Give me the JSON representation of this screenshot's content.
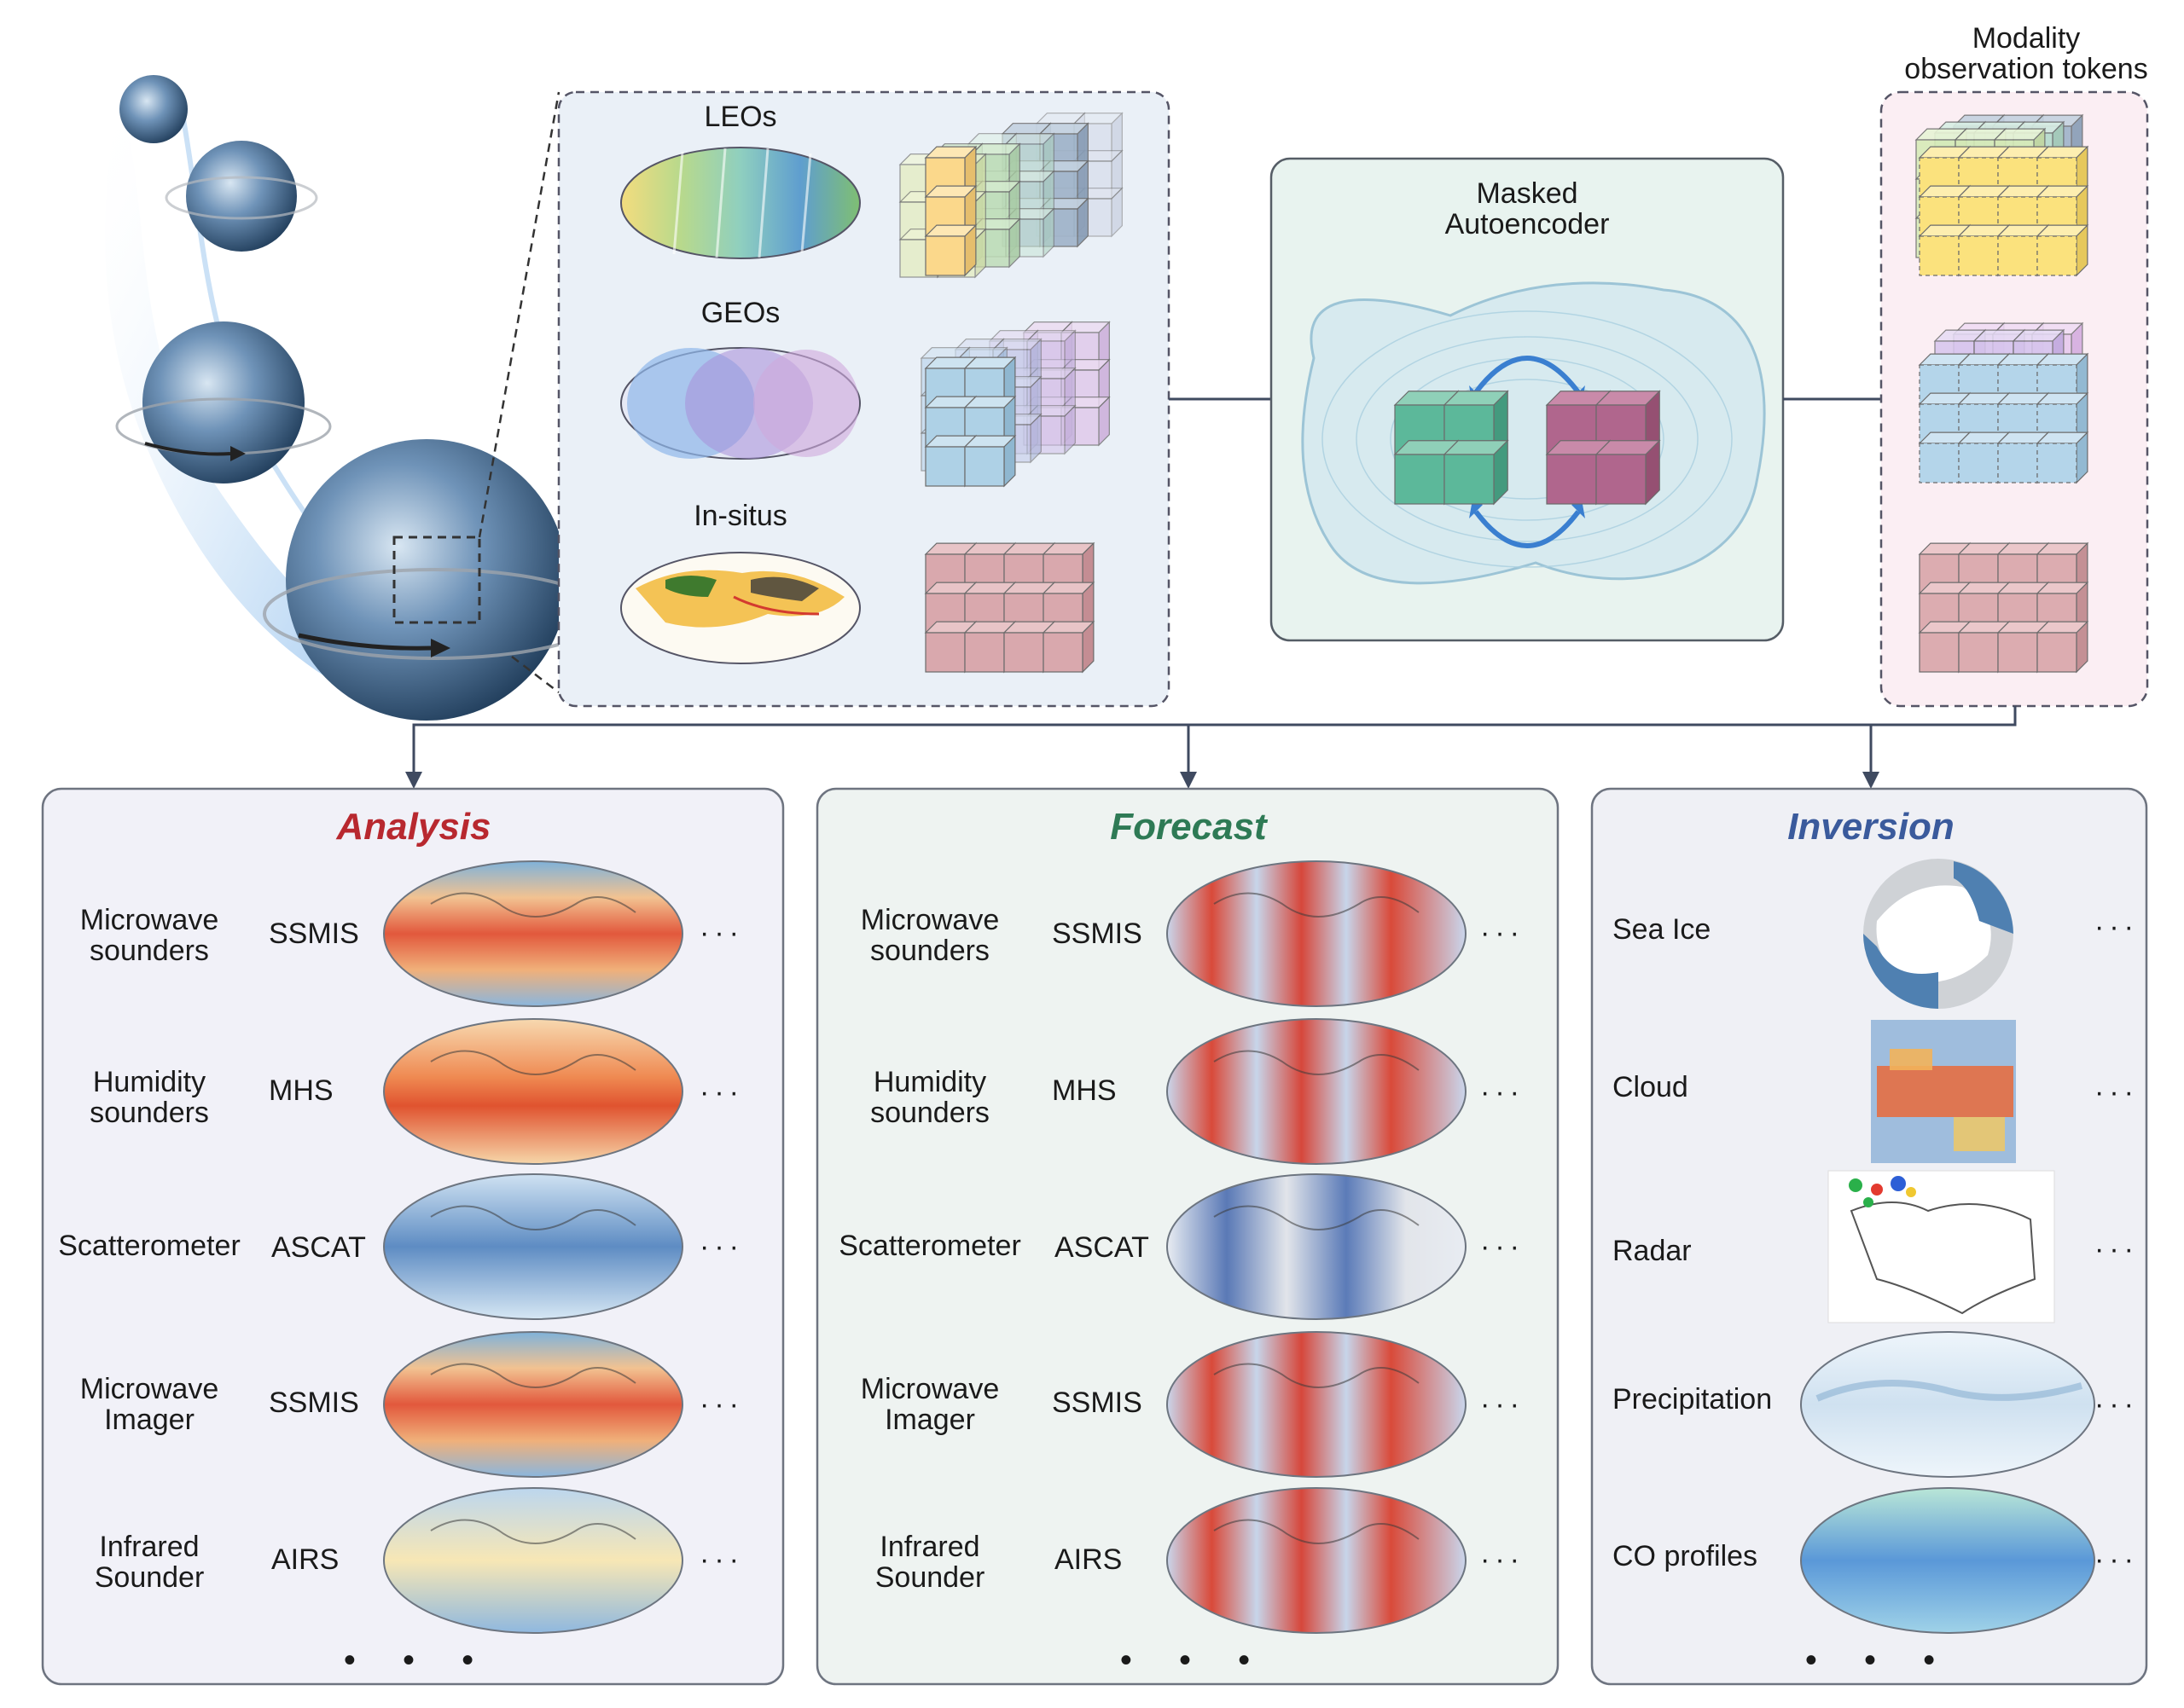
{
  "top": {
    "modalities": [
      {
        "label": "LEOs"
      },
      {
        "label": "GEOs"
      },
      {
        "label": "In-situs"
      }
    ],
    "encoder": {
      "line1": "Masked",
      "line2": "Autoencoder"
    },
    "tokens": {
      "line1": "Modality",
      "line2": "observation tokens"
    }
  },
  "panels": {
    "analysis": {
      "title": "Analysis",
      "color": "#b8282f",
      "rows": [
        {
          "type_l1": "Microwave",
          "type_l2": "sounders",
          "instrument": "SSMIS"
        },
        {
          "type_l1": "Humidity",
          "type_l2": "sounders",
          "instrument": "MHS"
        },
        {
          "type_l1": "Scatterometer",
          "type_l2": "",
          "instrument": "ASCAT"
        },
        {
          "type_l1": "Microwave",
          "type_l2": "Imager",
          "instrument": "SSMIS"
        },
        {
          "type_l1": "Infrared",
          "type_l2": "Sounder",
          "instrument": "AIRS"
        }
      ]
    },
    "forecast": {
      "title": "Forecast",
      "color": "#2e7a55",
      "rows": [
        {
          "type_l1": "Microwave",
          "type_l2": "sounders",
          "instrument": "SSMIS"
        },
        {
          "type_l1": "Humidity",
          "type_l2": "sounders",
          "instrument": "MHS"
        },
        {
          "type_l1": "Scatterometer",
          "type_l2": "",
          "instrument": "ASCAT"
        },
        {
          "type_l1": "Microwave",
          "type_l2": "Imager",
          "instrument": "SSMIS"
        },
        {
          "type_l1": "Infrared",
          "type_l2": "Sounder",
          "instrument": "AIRS"
        }
      ]
    },
    "inversion": {
      "title": "Inversion",
      "color": "#3a5a9c",
      "rows": [
        {
          "label": "Sea Ice"
        },
        {
          "label": "Cloud"
        },
        {
          "label": "Radar"
        },
        {
          "label": "Precipitation"
        },
        {
          "label": "CO profiles"
        }
      ]
    }
  },
  "ellipsis": "···",
  "more": "• • •"
}
